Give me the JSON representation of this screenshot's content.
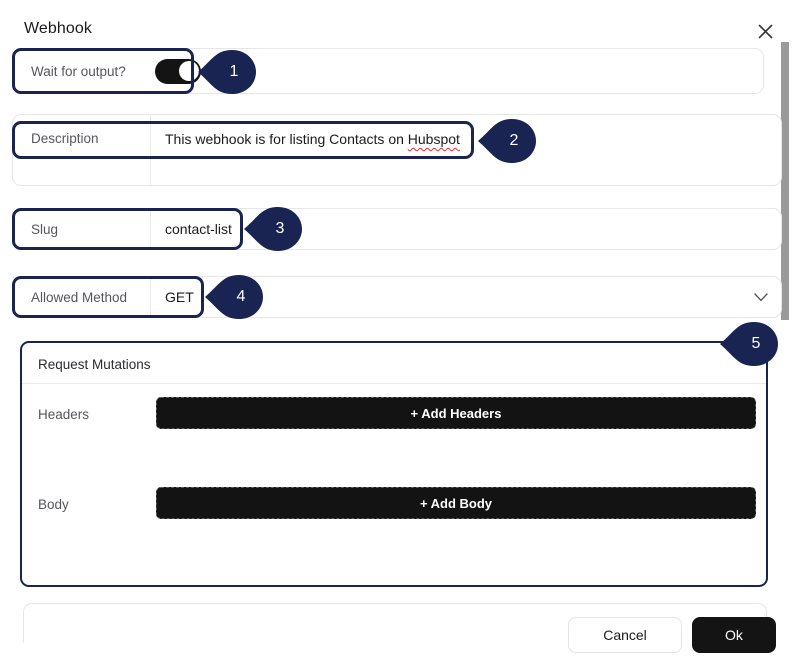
{
  "dialog": {
    "title": "Webhook",
    "close_icon": "close-icon"
  },
  "fields": {
    "wait_for_output": {
      "label": "Wait for output?",
      "toggle_state": "on"
    },
    "description": {
      "label": "Description",
      "value_prefix": "This webhook is for listing Contacts on ",
      "value_misspelled": "Hubspot",
      "value": "This webhook is for listing Contacts on Hubspot"
    },
    "slug": {
      "label": "Slug",
      "value": "contact-list"
    },
    "allowed_method": {
      "label": "Allowed Method",
      "value": "GET",
      "chevron_icon": "chevron-down-icon"
    }
  },
  "request_mutations": {
    "title": "Request Mutations",
    "rows": [
      {
        "label": "Headers",
        "button": "+ Add Headers"
      },
      {
        "label": "Body",
        "button": "+ Add Body"
      }
    ]
  },
  "footer": {
    "cancel_label": "Cancel",
    "ok_label": "Ok"
  },
  "annotations": {
    "accent_color": "#1a2453",
    "markers": [
      {
        "number": "1"
      },
      {
        "number": "2"
      },
      {
        "number": "3"
      },
      {
        "number": "4"
      },
      {
        "number": "5"
      }
    ]
  }
}
